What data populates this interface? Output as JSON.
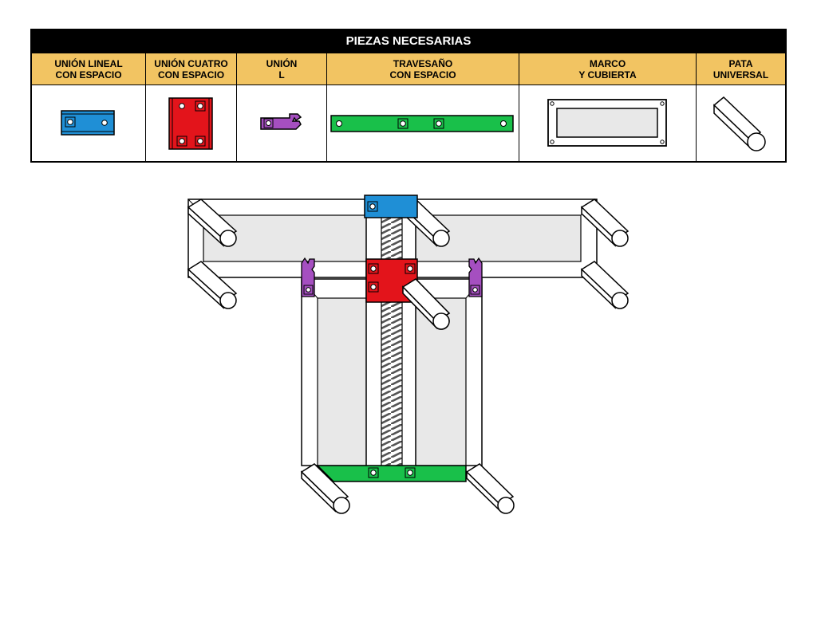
{
  "table": {
    "title": "PIEZAS NECESARIAS",
    "columns": [
      {
        "label": "UNIÓN LINEAL\nCON ESPACIO",
        "color": "#1f8fd6"
      },
      {
        "label": "UNIÓN CUATRO\nCON ESPACIO",
        "color": "#e3141b"
      },
      {
        "label": "UNIÓN\nL",
        "color": "#a54fc0"
      },
      {
        "label": "TRAVESAÑO\nCON ESPACIO",
        "color": "#19c04a"
      },
      {
        "label": "MARCO\nY CUBIERTA",
        "color": "#e8e8e8"
      },
      {
        "label": "PATA\nUNIVERSAL",
        "color": "#ffffff"
      }
    ],
    "header_color": "#f2c462"
  },
  "icons": [
    "linear-joint-icon",
    "four-way-joint-icon",
    "l-joint-icon",
    "crossbar-icon",
    "frame-cover-icon",
    "universal-leg-icon"
  ]
}
